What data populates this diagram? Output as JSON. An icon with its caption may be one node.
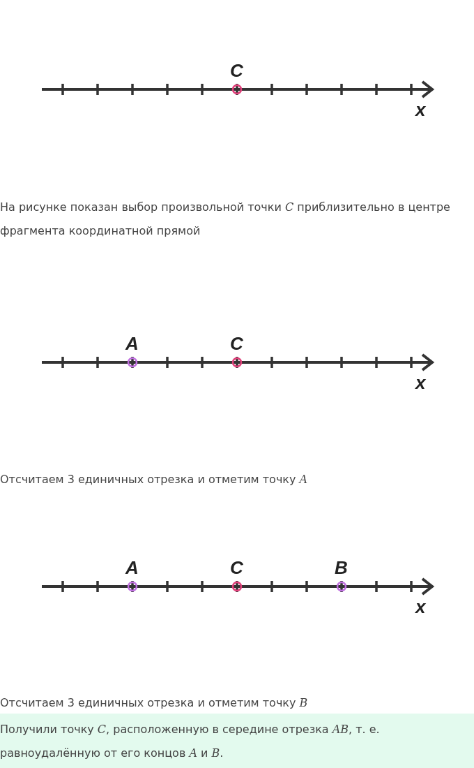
{
  "diagram": {
    "labels": [
      "C",
      "x",
      "На рисунке показан выбор произвольной точки *C* приблизительно в центре фрагмента координатной прямой",
      "A",
      "C",
      "x",
      "Отсчитаем 3 единичных отрезка и отметим точку *A*",
      "A",
      "C",
      "B",
      "x",
      "Отсчитаем 3 единичных отрезка и отметим точку *B*",
      "Получили точку *C*, расположенную в середине отрезка *AB*, т. е. равноудалённую от его концов *A* и *B*."
    ]
  }
}
